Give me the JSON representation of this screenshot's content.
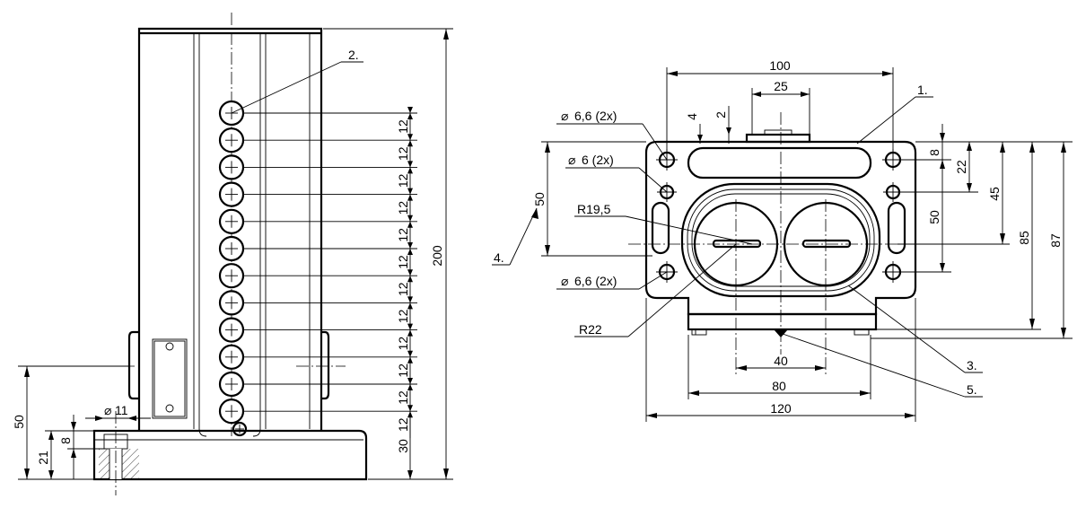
{
  "side_view": {
    "hole_count": 12,
    "dims": {
      "overall_height": "200",
      "pitch": "12",
      "base_to_first": "30",
      "diameter": "11",
      "height_50": "50",
      "height_21": "21",
      "height_8": "8"
    },
    "labels": {
      "tube": "2."
    }
  },
  "top_view": {
    "dims": {
      "width_100": "100",
      "width_25": "25",
      "d4": "4",
      "d2": "2",
      "hole_a": "6,6 (2x)",
      "hole_b": "6 (2x)",
      "hole_c": "6,6 (2x)",
      "r_inner": "R19,5",
      "r_outer": "R22",
      "left_50": "50",
      "right_8": "8",
      "right_22": "22",
      "right_45": "45",
      "right_50": "50",
      "right_85": "85",
      "right_87": "87",
      "bottom_40": "40",
      "bottom_80": "80",
      "bottom_120": "120"
    },
    "labels": {
      "body": "1.",
      "seal": "3.",
      "mount": "4.",
      "foot": "5."
    }
  }
}
